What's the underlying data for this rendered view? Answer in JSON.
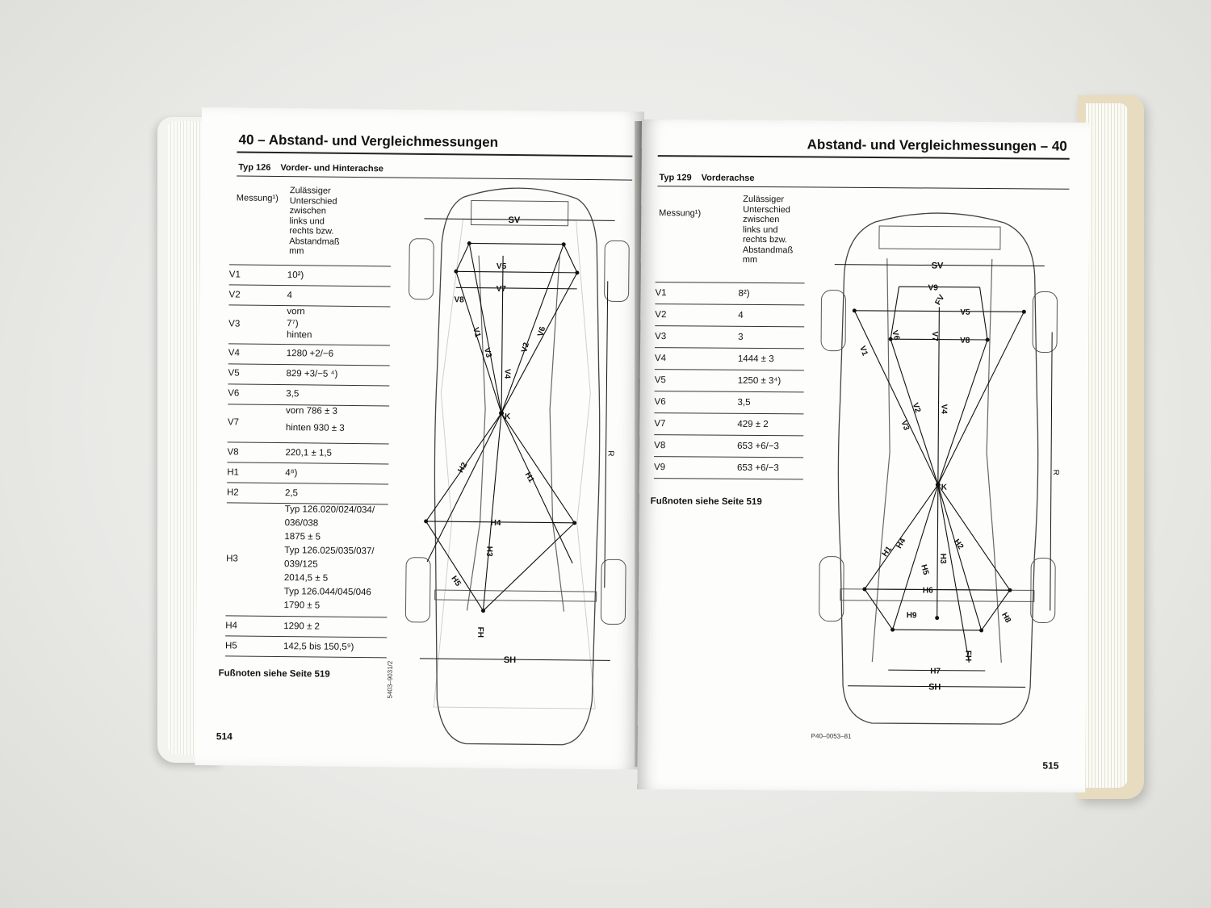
{
  "left_page": {
    "heading": "40 – Abstand- und Vergleichmessungen",
    "type_label": "Typ 126",
    "axle_label": "Vorder- und Hinterachse",
    "col_measure": "Messung¹)",
    "col_allowed": [
      "Zulässiger",
      "Unterschied",
      "zwischen",
      "links und",
      "rechts bzw.",
      "Abstandmaß",
      "mm"
    ],
    "rows": [
      {
        "label": "V1",
        "values": [
          "10²)"
        ]
      },
      {
        "label": "V2",
        "values": [
          "4"
        ]
      },
      {
        "label": "V3",
        "values": [
          "vorn",
          "7⁷)",
          "hinten"
        ]
      },
      {
        "label": "V4",
        "values": [
          "1280 +2/−6"
        ]
      },
      {
        "label": "V5",
        "values": [
          "829 +3/−5 ⁴)"
        ]
      },
      {
        "label": "V6",
        "values": [
          "3,5"
        ]
      },
      {
        "label": "V7",
        "values": [
          "vorn 786 ± 3",
          "hinten 930 ± 3"
        ]
      },
      {
        "label": "V8",
        "values": [
          "220,1 ± 1,5"
        ]
      },
      {
        "label": "H1",
        "values": [
          "4⁸)"
        ]
      },
      {
        "label": "H2",
        "values": [
          "2,5"
        ]
      },
      {
        "label": "H3",
        "values": [
          "Typ 126.020/024/034/",
          "036/038",
          "1875 ± 5",
          "Typ 126.025/035/037/",
          "039/125",
          "2014,5 ± 5",
          "Typ 126.044/045/046",
          "1790 ± 5"
        ]
      },
      {
        "label": "H4",
        "values": [
          "1290 ± 2"
        ]
      },
      {
        "label": "H5",
        "values": [
          "142,5 bis 150,5⁹)"
        ]
      }
    ],
    "footnote": "Fußnoten siehe Seite 519",
    "page_number": "514",
    "figure_code": "5403–9031/2",
    "diagram_labels": {
      "sv": "SV",
      "sh": "SH",
      "k": "K",
      "fh": "FH",
      "r": "R",
      "v1": "V1",
      "v2": "V2",
      "v3": "V3",
      "v4": "V4",
      "v5": "V5",
      "v6": "V6",
      "v7": "V7",
      "v8": "V8",
      "h1": "H1",
      "h2": "H2",
      "h3": "H3",
      "h4": "H4",
      "h5": "H5"
    }
  },
  "right_page": {
    "heading": "Abstand- und Vergleichmessungen – 40",
    "type_label": "Typ 129",
    "axle_label": "Vorderachse",
    "col_measure": "Messung¹)",
    "col_allowed": [
      "Zulässiger",
      "Unterschied",
      "zwischen",
      "links und",
      "rechts bzw.",
      "Abstandmaß",
      "mm"
    ],
    "rows": [
      {
        "label": "V1",
        "values": [
          "8²)"
        ]
      },
      {
        "label": "V2",
        "values": [
          "4"
        ]
      },
      {
        "label": "V3",
        "values": [
          "3"
        ]
      },
      {
        "label": "V4",
        "values": [
          "1444 ± 3"
        ]
      },
      {
        "label": "V5",
        "values": [
          "1250 ± 3⁴)"
        ]
      },
      {
        "label": "V6",
        "values": [
          "3,5"
        ]
      },
      {
        "label": "V7",
        "values": [
          "429 ± 2"
        ]
      },
      {
        "label": "V8",
        "values": [
          "653 +6/−3"
        ]
      },
      {
        "label": "V9",
        "values": [
          "653 +6/−3"
        ]
      }
    ],
    "footnote": "Fußnoten siehe Seite 519",
    "page_number": "515",
    "figure_code": "P40–0053–81",
    "diagram_labels": {
      "sv": "SV",
      "sh": "SH",
      "k": "K",
      "fh": "FH",
      "fv": "FV",
      "r": "R",
      "v1": "V1",
      "v2": "V2",
      "v3": "V3",
      "v4": "V4",
      "v5": "V5",
      "v6": "V6",
      "v7": "V7",
      "v8": "V8",
      "v9": "V9",
      "h1": "H1",
      "h2": "H2",
      "h3": "H3",
      "h4": "H4",
      "h5": "H5",
      "h6": "H6",
      "h7": "H7",
      "h8": "H8",
      "h9": "H9"
    }
  }
}
